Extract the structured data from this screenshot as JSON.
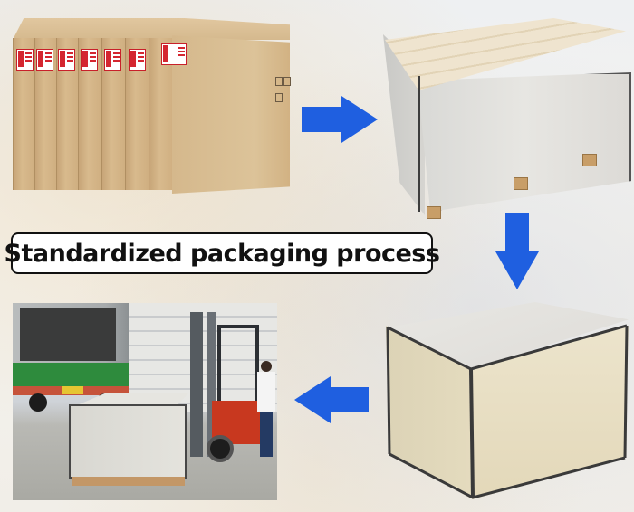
{
  "title": "Standardized packaging process",
  "colors": {
    "arrow": "#1f5fe0",
    "banner_border": "#111111",
    "banner_bg": "#ffffff"
  },
  "steps": [
    {
      "id": "cartons",
      "icon": "stacked-cartons-image"
    },
    {
      "id": "open-crate",
      "icon": "open-wooden-crate-image"
    },
    {
      "id": "closed-crate",
      "icon": "closed-wooden-crate-image"
    },
    {
      "id": "loading",
      "icon": "forklift-loading-photo"
    }
  ],
  "arrows": [
    "arrow-right-icon",
    "arrow-down-icon",
    "arrow-left-icon"
  ]
}
